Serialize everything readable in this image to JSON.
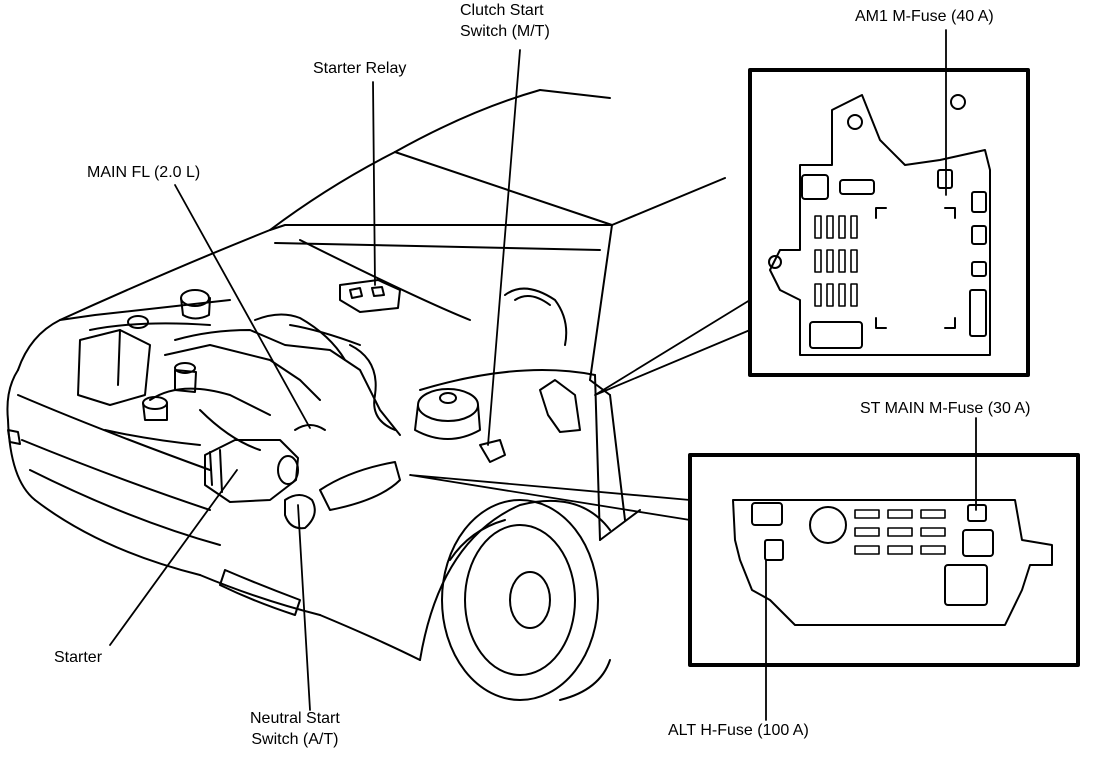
{
  "labels": {
    "clutch_start_switch": "Clutch Start\nSwitch (M/T)",
    "am1_m_fuse": "AM1 M-Fuse (40 A)",
    "starter_relay": "Starter Relay",
    "main_fl": "MAIN FL (2.0 L)",
    "st_main_m_fuse": "ST MAIN M-Fuse (30 A)",
    "starter": "Starter",
    "neutral_start_switch": "Neutral Start\nSwitch (A/T)",
    "alt_h_fuse": "ALT H-Fuse (100 A)"
  }
}
